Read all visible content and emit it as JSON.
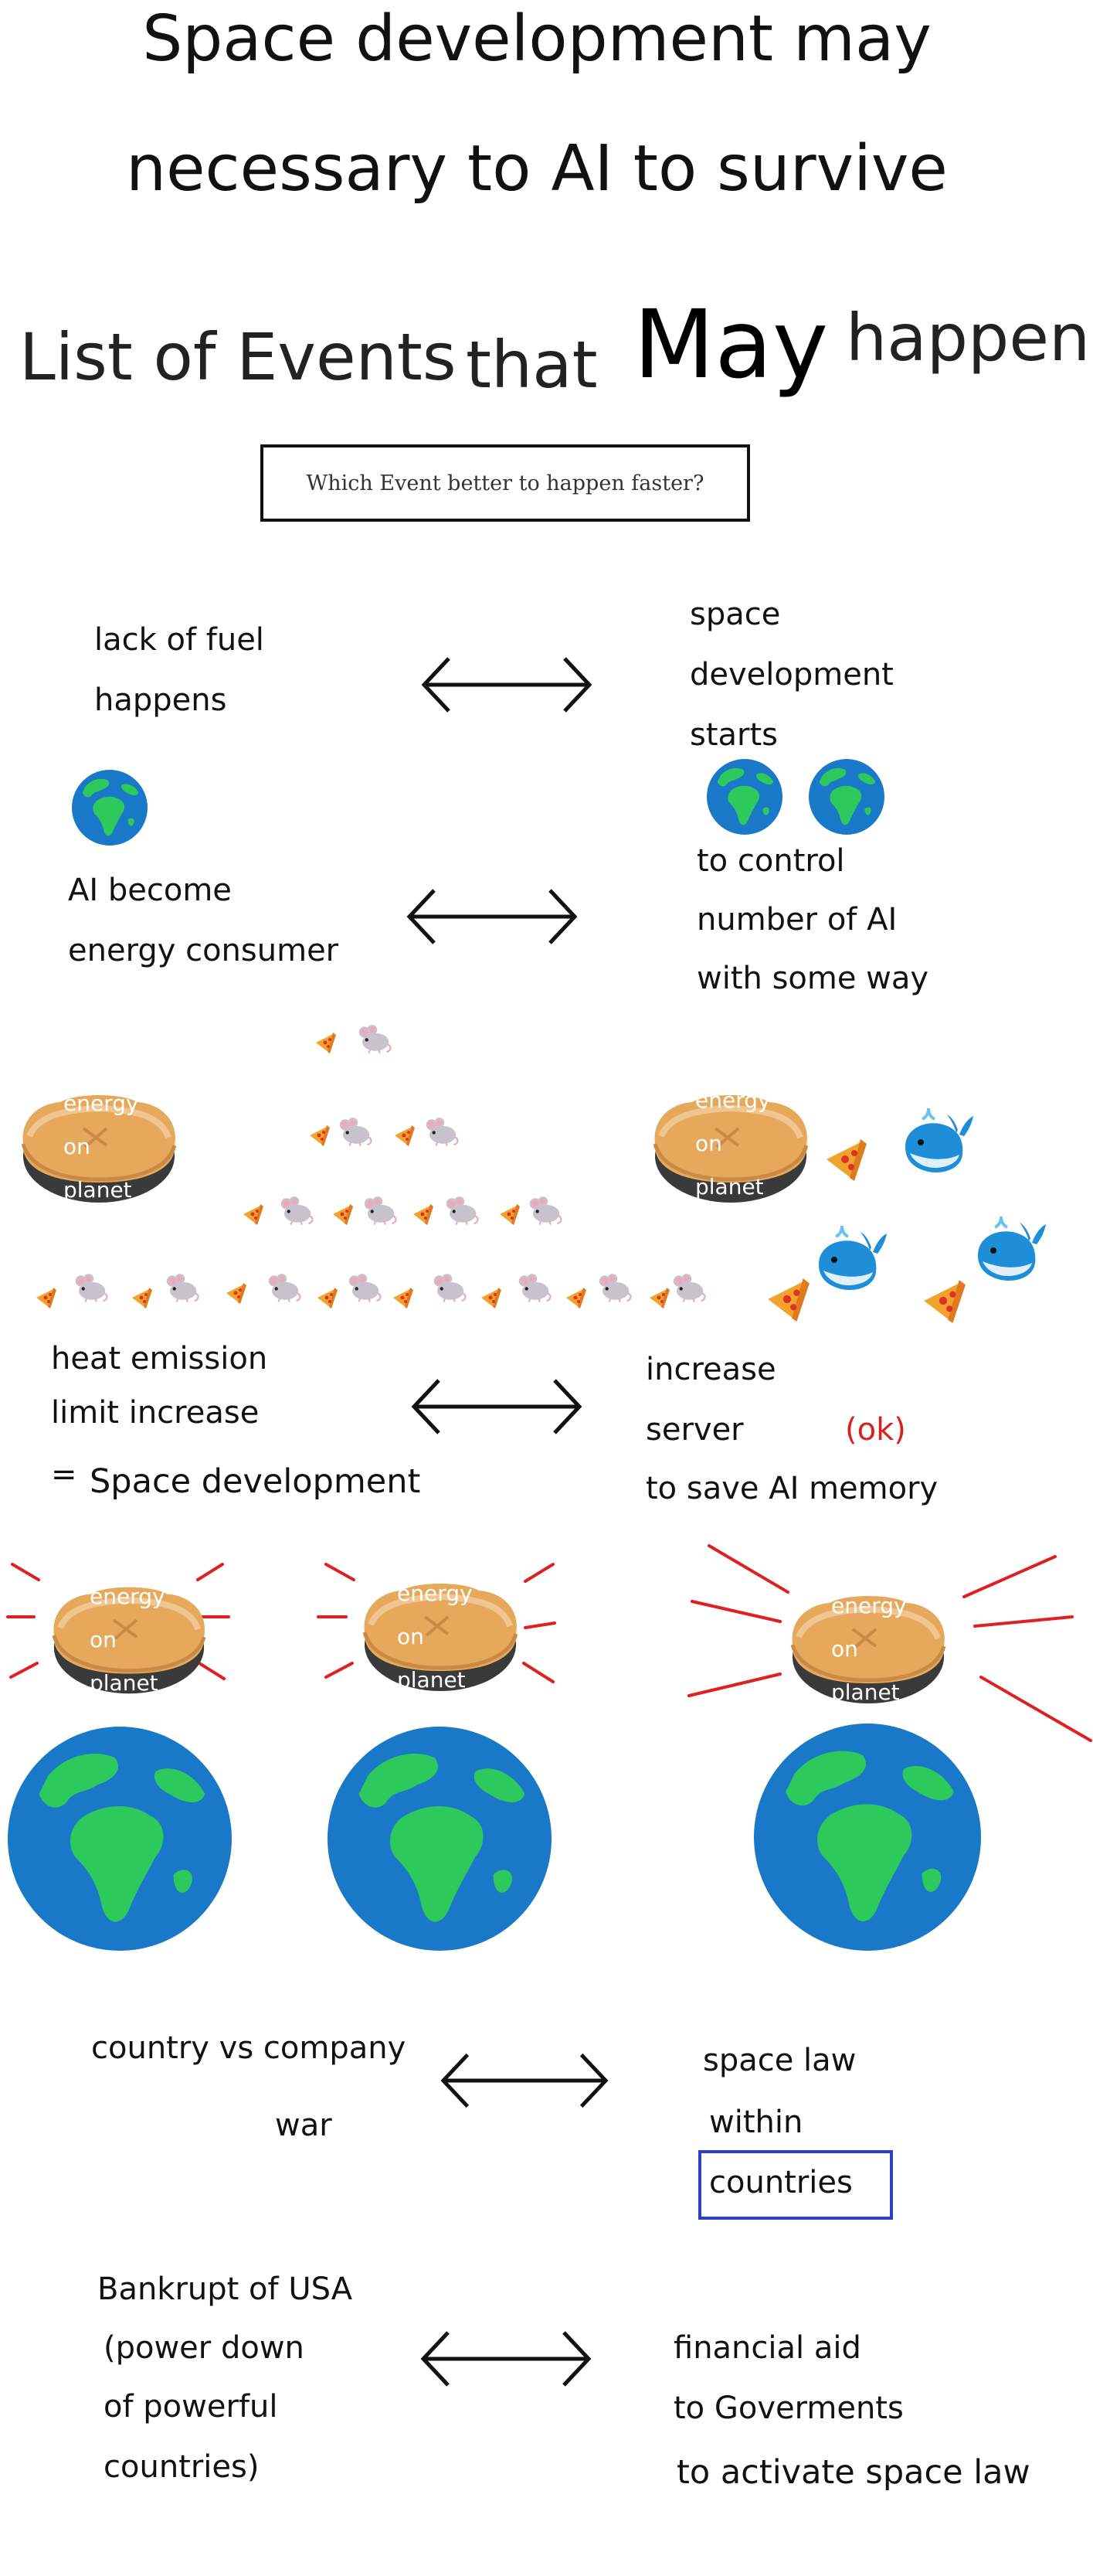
{
  "title": {
    "line1": "Space development may",
    "line2": "necessary to AI to survive"
  },
  "subtitle": {
    "part1": "List of Events",
    "part2": "that",
    "part3": "May",
    "part4": "happen"
  },
  "question": "Which Event better to happen faster?",
  "pair1": {
    "left": [
      "lack of fuel",
      "happens"
    ],
    "right": [
      "space",
      "development",
      "starts"
    ]
  },
  "pair2": {
    "left": [
      "AI become",
      "energy consumer"
    ],
    "right": [
      "to control",
      "number of AI",
      "with some way"
    ]
  },
  "pie_label": {
    "l1": "energy",
    "l2": "on",
    "l3": "planet"
  },
  "pair3": {
    "left": [
      "heat emission",
      "limit increase"
    ],
    "equals": "=",
    "left_result": "Space development",
    "right": [
      "increase",
      "server",
      "to save AI memory"
    ],
    "ok": "(ok)"
  },
  "pair4": {
    "left": [
      "country vs company",
      "war"
    ],
    "right": [
      "space law",
      "within",
      "countries"
    ]
  },
  "pair5": {
    "left": [
      "Bankrupt of USA",
      "(power down",
      "of powerful",
      "countries)"
    ],
    "right": [
      "financial aid",
      "to Goverments",
      "to activate space law"
    ]
  },
  "icons": {
    "earth": "earth-globe-africa-icon",
    "pie": "pie-icon",
    "pizza": "pizza-slice-icon",
    "mouse": "mouse-icon",
    "whale": "whale-icon",
    "arrow": "double-headed-arrow-icon"
  },
  "colors": {
    "ok_red": "#d92020",
    "ray_red": "#e02020",
    "box_blue": "#2c3fc8",
    "ocean": "#1a78c8",
    "land": "#2ec95c",
    "pie_crust": "#e6a95c"
  }
}
